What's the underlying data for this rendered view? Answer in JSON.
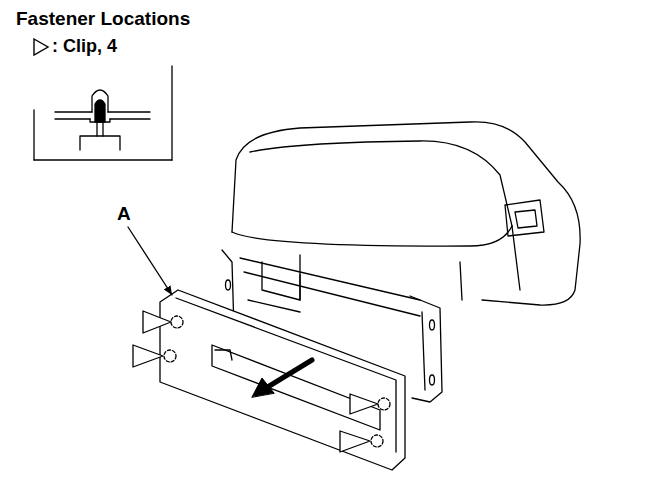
{
  "diagram": {
    "title": "Fastener Locations",
    "labels": [
      "A"
    ],
    "legend": [
      {
        "text": ": Clip, 4"
      }
    ]
  }
}
